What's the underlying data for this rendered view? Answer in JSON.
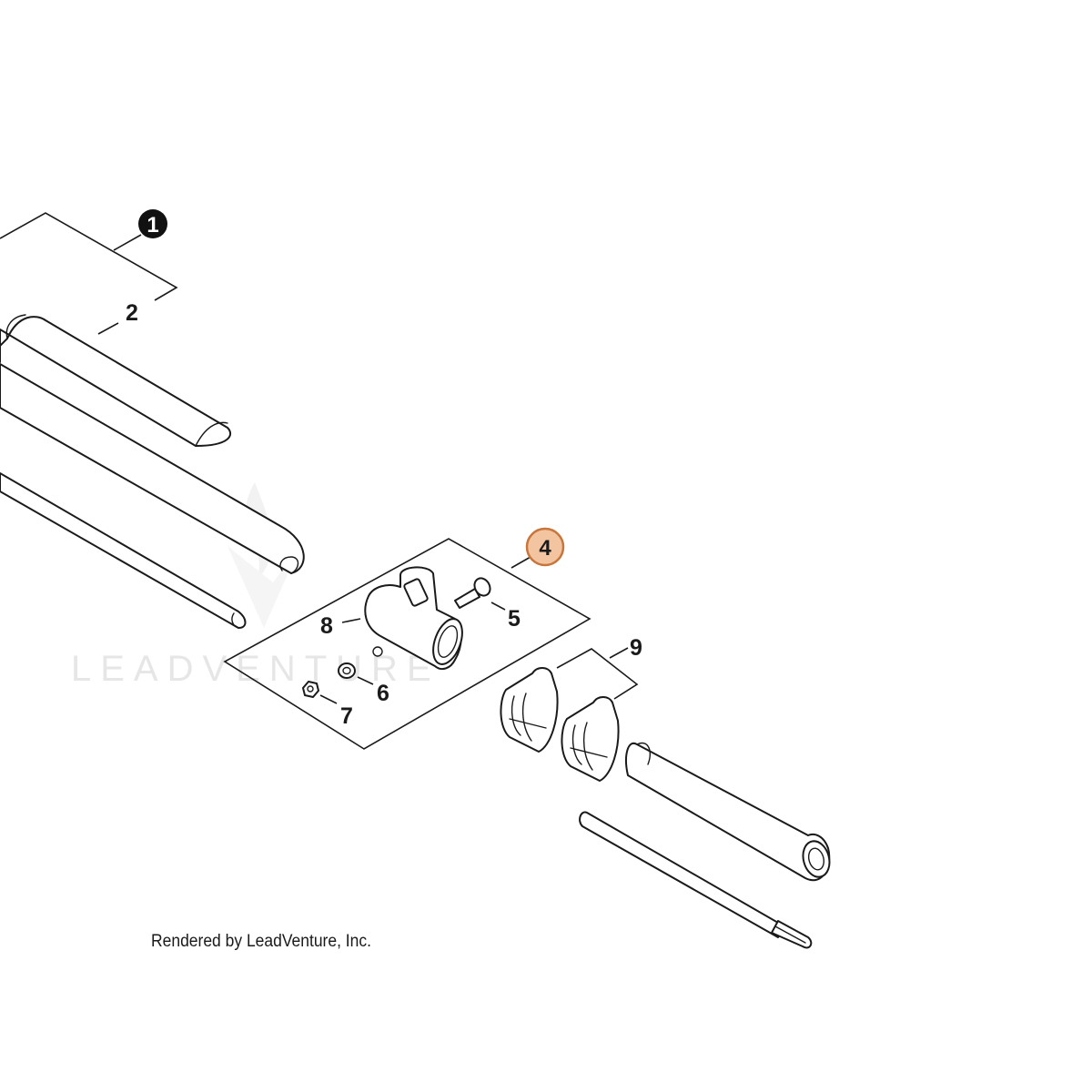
{
  "watermark": {
    "text": "LEADVENTURE"
  },
  "footer": {
    "text": "Rendered by LeadVenture, Inc."
  },
  "callouts": {
    "c1": "1",
    "c2": "2",
    "c4": "4",
    "c5": "5",
    "c6": "6",
    "c7": "7",
    "c8": "8",
    "c9": "9"
  },
  "colors": {
    "badge_dark": "#111111",
    "badge_highlight_fill": "#f2c4a0",
    "badge_highlight_stroke": "#c8763c",
    "ink": "#1a1a1a",
    "watermark": "#e6e6e6"
  }
}
